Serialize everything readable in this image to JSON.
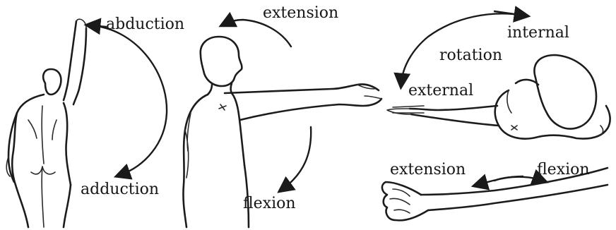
{
  "labels": {
    "abduction": "abduction",
    "adduction": "adduction",
    "extension_shoulder": "extension",
    "flexion_shoulder": "flexion",
    "internal": "internal",
    "rotation": "rotation",
    "external": "external",
    "extension_elbow": "extension",
    "flexion_elbow": "flexion"
  }
}
